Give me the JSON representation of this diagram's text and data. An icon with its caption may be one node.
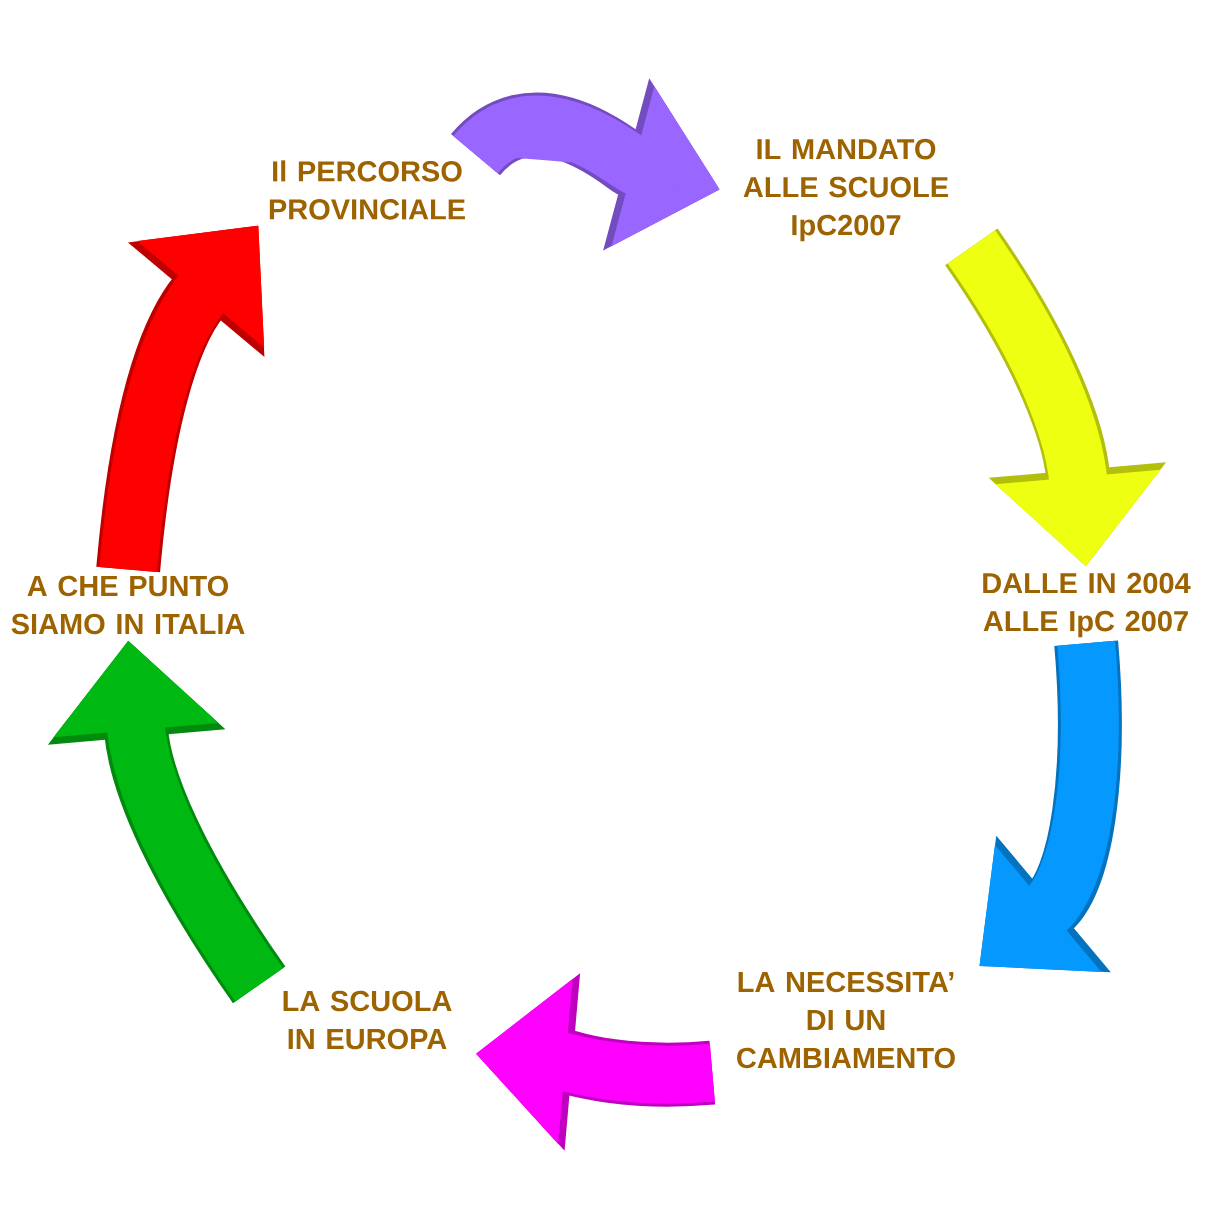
{
  "diagram": {
    "nodes": [
      {
        "text": [
          "Il PERCORSO PROVINCIALE"
        ]
      },
      {
        "text": [
          "IL MANDATO ALLE SCUOLE IpC2007"
        ]
      },
      {
        "text": [
          "DALLE IN 2004 ALLE IpC 2007"
        ]
      },
      {
        "text": [
          "LA NECESSITA’ DI UN CAMBIAMENTO"
        ]
      },
      {
        "text": [
          "LA SCUOLA IN EUROPA"
        ]
      },
      {
        "text": [
          "A CHE PUNTO SIAMO IN ITALIA"
        ]
      }
    ],
    "edges": [
      {
        "from": 0,
        "to": 1,
        "arrow": "to",
        "color": "#9966ff"
      },
      {
        "from": 1,
        "to": 2,
        "arrow": "to",
        "color": "#eeff11"
      },
      {
        "from": 2,
        "to": 3,
        "arrow": "to",
        "color": "#0599ff"
      },
      {
        "from": 3,
        "to": 4,
        "arrow": "to",
        "color": "#ff00ff"
      },
      {
        "from": 4,
        "to": 5,
        "arrow": "to",
        "color": "#00b812"
      },
      {
        "from": 5,
        "to": 0,
        "arrow": "to",
        "color": "#ff0000"
      }
    ]
  }
}
